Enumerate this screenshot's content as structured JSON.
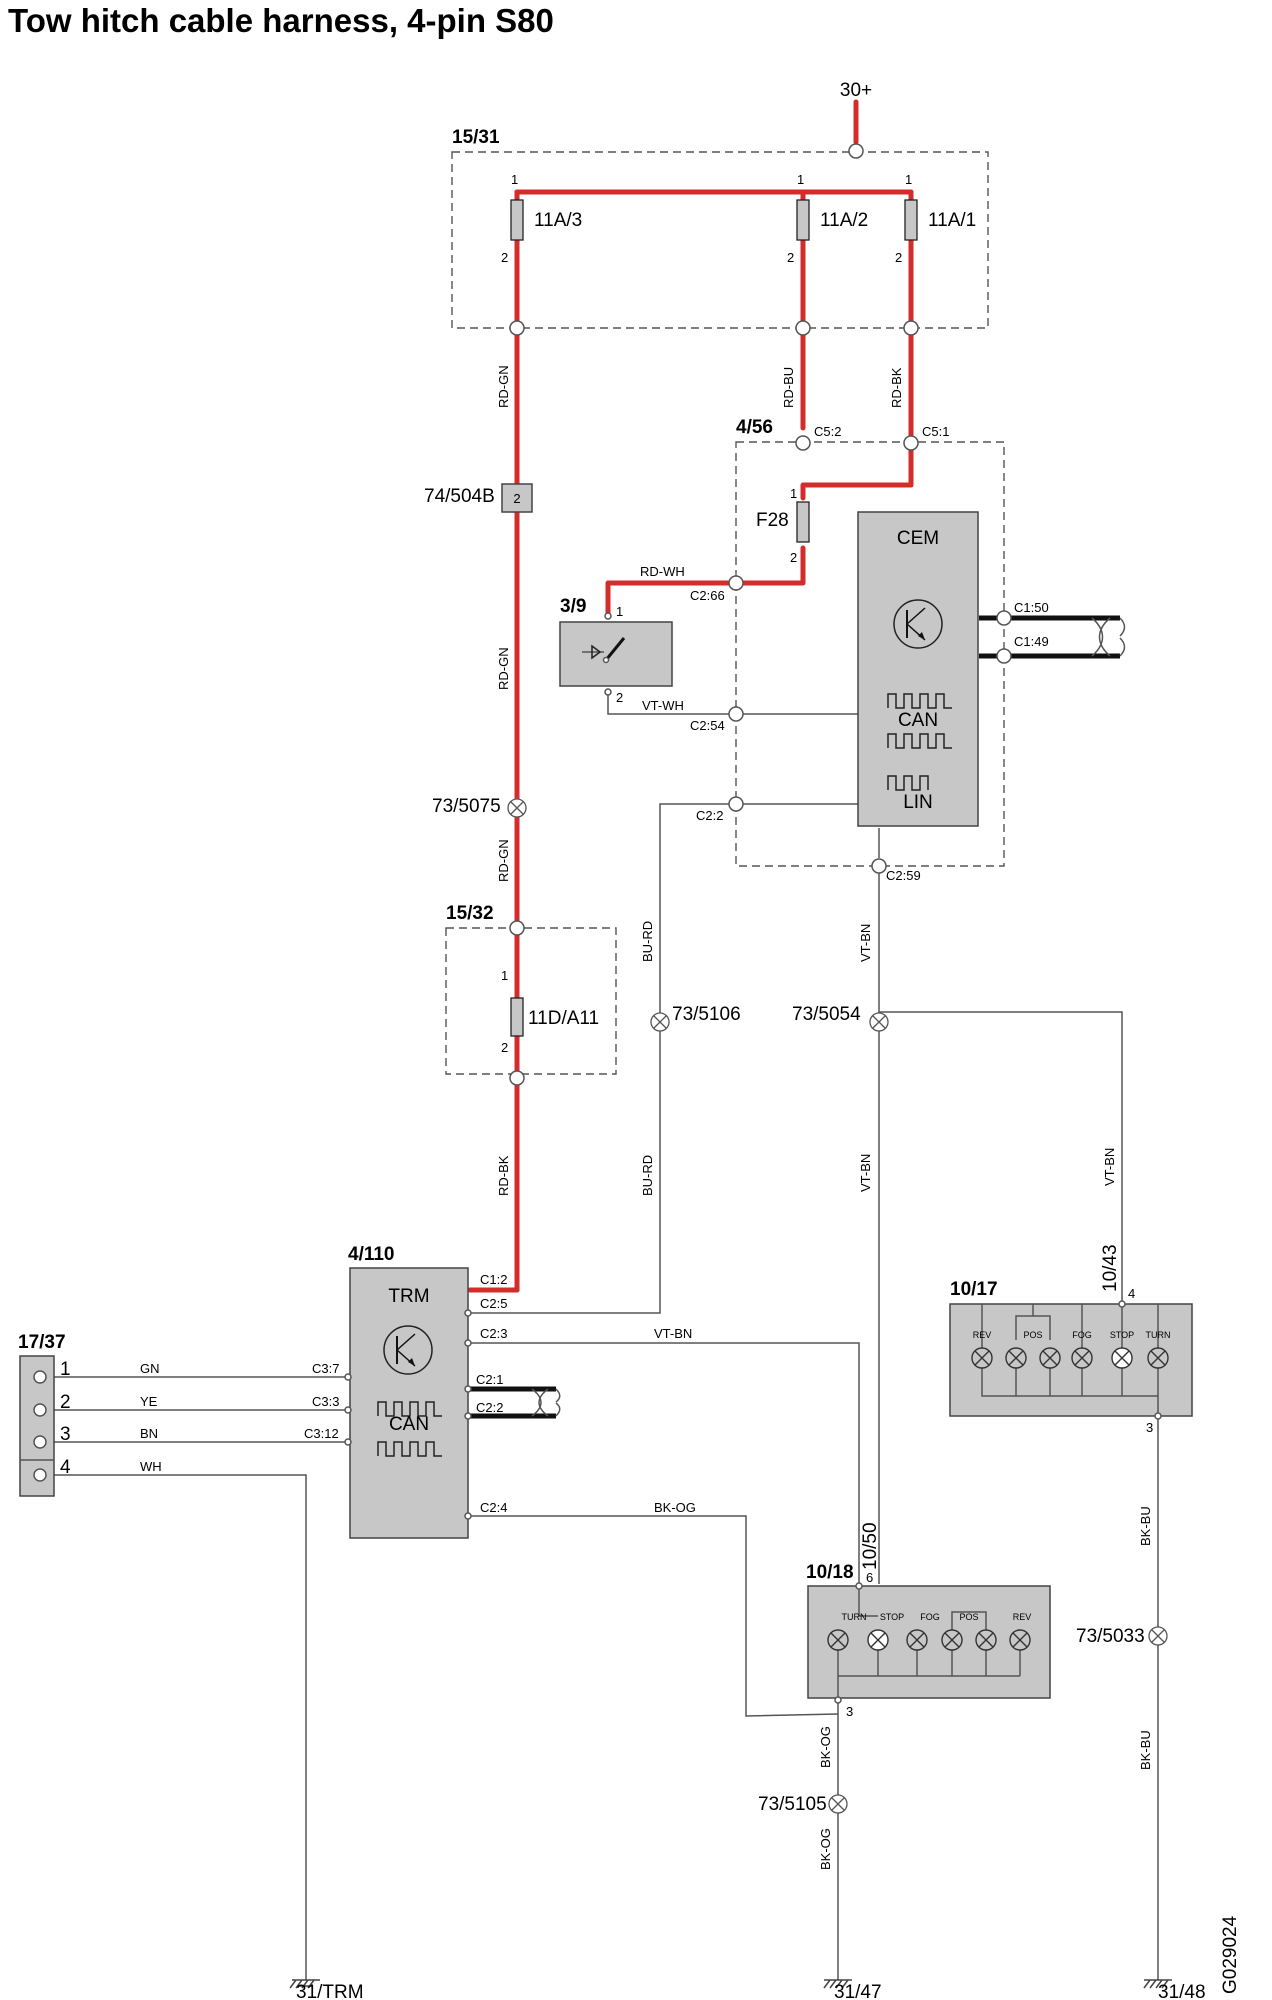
{
  "title": "Tow hitch cable harness, 4-pin S80",
  "figure_id": "G029024",
  "supply": "30+",
  "grounds": [
    "31/TRM",
    "31/47",
    "31/48"
  ],
  "fuse_box_main": {
    "id": "15/31",
    "fuses": [
      "11A/3",
      "11A/2",
      "11A/1"
    ]
  },
  "fuse_box_rear": {
    "id": "15/32",
    "fuse": "11D/A11"
  },
  "cem": {
    "id": "4/56",
    "name": "CEM",
    "fuse": "F28",
    "can_label": "CAN",
    "lin_label": "LIN",
    "connectors": [
      "C5:2",
      "C5:1",
      "C2:66",
      "C2:54",
      "C2:2",
      "C2:59",
      "C1:50",
      "C1:49"
    ]
  },
  "switch": {
    "id": "3/9"
  },
  "connector_block": "74/504B",
  "splices": [
    "73/5075",
    "73/5106",
    "73/5054",
    "73/5033",
    "73/5105"
  ],
  "trm": {
    "id": "4/110",
    "name": "TRM",
    "can_label": "CAN",
    "connectors": [
      "C1:2",
      "C2:5",
      "C2:3",
      "C2:1",
      "C2:2",
      "C2:4",
      "C3:7",
      "C3:3",
      "C3:12"
    ]
  },
  "socket": {
    "id": "17/37",
    "pins": [
      {
        "pin": "1",
        "color": "GN"
      },
      {
        "pin": "2",
        "color": "YE"
      },
      {
        "pin": "3",
        "color": "BN"
      },
      {
        "pin": "4",
        "color": "WH"
      }
    ]
  },
  "lamp_right": {
    "id": "10/17",
    "lamps": [
      "REV",
      "POS",
      "FOG",
      "STOP",
      "TURN"
    ],
    "ref": "10/43"
  },
  "lamp_left": {
    "id": "10/18",
    "lamps": [
      "TURN",
      "STOP",
      "FOG",
      "POS",
      "REV"
    ],
    "ref": "10/50"
  },
  "wire_colors": [
    "RD-GN",
    "RD-BU",
    "RD-BK",
    "RD-WH",
    "VT-WH",
    "BU-RD",
    "VT-BN",
    "BK-OG",
    "BK-BU"
  ],
  "pin_numbers": [
    "1",
    "2",
    "4",
    "3",
    "6"
  ]
}
